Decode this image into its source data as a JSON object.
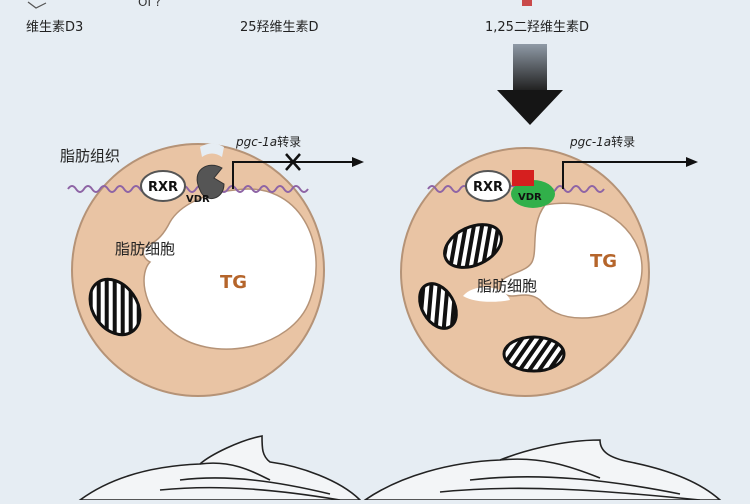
{
  "top": {
    "vitamin_d3": "维生素D3",
    "hydroxy_25": "25羟维生素D",
    "dihydroxy_125": "1,25二羟维生素D",
    "partial_top_left": "OI ?"
  },
  "left_cell": {
    "tissue_label": "脂肪组织",
    "cell_label": "脂肪细胞",
    "tg_label": "TG",
    "rxr": "RXR",
    "vdr": "VDR",
    "transcription_gene": "pgc-1a",
    "transcription_suffix": "转录"
  },
  "right_cell": {
    "cell_label": "脂肪细胞",
    "tg_label": "TG",
    "rxr": "RXR",
    "vdr": "VDR",
    "transcription_gene": "pgc-1a",
    "transcription_suffix": "转录"
  },
  "colors": {
    "background": "#e6edf3",
    "cell_fill": "#e9c4a4",
    "cell_stroke": "#b59377",
    "tg_text": "#b5652b",
    "dna": "#8e64a5",
    "vdr_left": "#555555",
    "vdr_right_green": "#31b04a",
    "vdr_right_red": "#d61f1f"
  },
  "icons": {
    "arrow": "down-arrow-icon",
    "block": "x-mark-icon",
    "mitochondrion": "mitochondrion-icon",
    "fish": "zebrafish-icon"
  }
}
